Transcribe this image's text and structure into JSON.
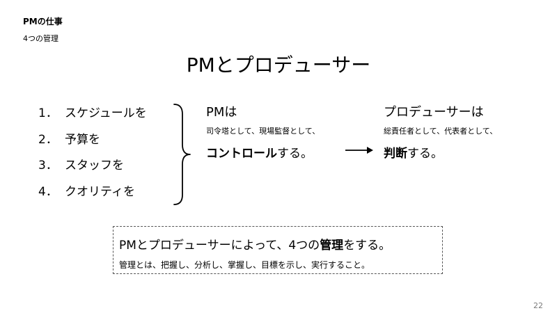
{
  "header": {
    "title": "PMの仕事",
    "subtitle": "4つの管理"
  },
  "main_title": "PMとプロデューサー",
  "list": [
    {
      "num": "1．",
      "text": "スケジュールを"
    },
    {
      "num": "2．",
      "text": "予算を"
    },
    {
      "num": "3．",
      "text": "スタッフを"
    },
    {
      "num": "4．",
      "text": "クオリティを"
    }
  ],
  "pm": {
    "heading": "PMは",
    "roles": "司令塔として、現場監督として、",
    "action_bold": "コントロール",
    "action_rest": "する。"
  },
  "producer": {
    "heading": "プロデューサーは",
    "roles": "総責任者として、代表者として、",
    "action_bold": "判断",
    "action_rest": "する。"
  },
  "summary": {
    "pre": "PMとプロデューサーによって、4つの",
    "bold": "管理",
    "post": "をする。",
    "sub": "管理とは、把握し、分析し、掌握し、目標を示し、実行すること。"
  },
  "page_number": "22",
  "colors": {
    "text": "#000000",
    "page_number": "#7a7a7a",
    "box_border": "#555555"
  }
}
